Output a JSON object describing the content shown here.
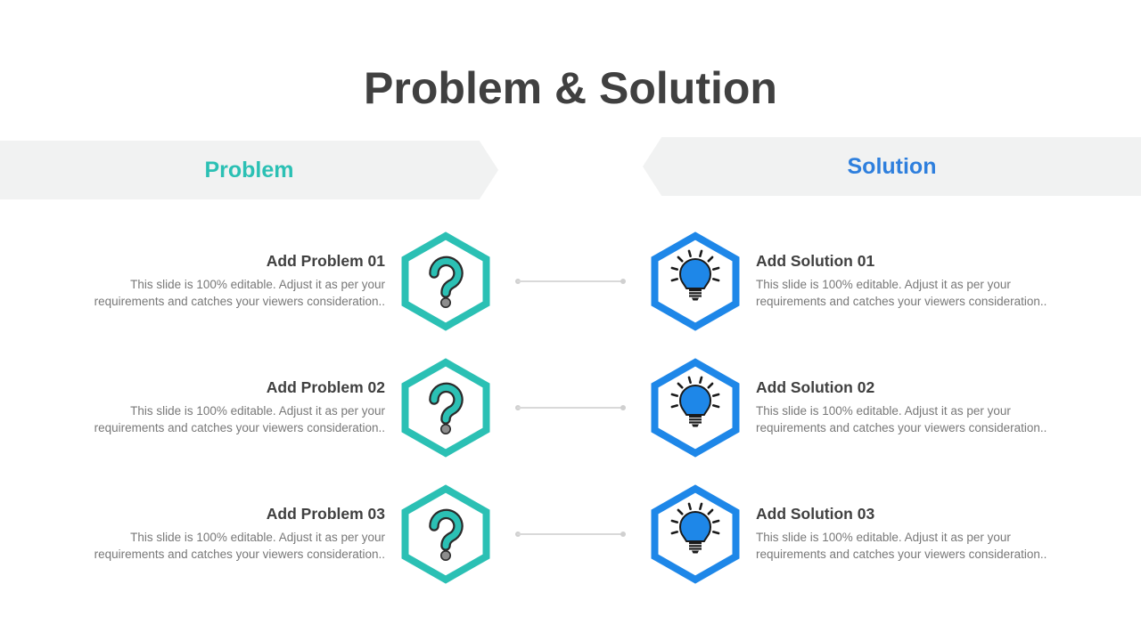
{
  "slide": {
    "title": "Problem & Solution"
  },
  "colors": {
    "teal": "#2BC0B4",
    "blue": "#1E87E8",
    "blue_text": "#2E7FDD",
    "banner_bg": "#F1F2F2",
    "heading_text": "#404040",
    "body_text": "#787878",
    "connector": "#D9D9D9"
  },
  "problem_column": {
    "header": "Problem",
    "icon": "question-mark-icon",
    "items": [
      {
        "title": "Add Problem 01",
        "description": "This slide is 100% editable. Adjust it as per your requirements and catches your viewers consideration.."
      },
      {
        "title": "Add Problem 02",
        "description": "This slide is 100% editable. Adjust it as per your requirements and catches your viewers consideration.."
      },
      {
        "title": "Add Problem 03",
        "description": "This slide is 100% editable. Adjust it as per your requirements and catches your viewers consideration.."
      }
    ]
  },
  "solution_column": {
    "header": "Solution",
    "icon": "lightbulb-icon",
    "items": [
      {
        "title": "Add Solution 01",
        "description": "This slide is 100% editable. Adjust it as per your requirements and catches your viewers consideration.."
      },
      {
        "title": "Add Solution 02",
        "description": "This slide is 100% editable. Adjust it as per your requirements and catches your viewers consideration.."
      },
      {
        "title": "Add Solution 03",
        "description": "This slide is 100% editable. Adjust it as per your requirements and catches your viewers consideration.."
      }
    ]
  }
}
